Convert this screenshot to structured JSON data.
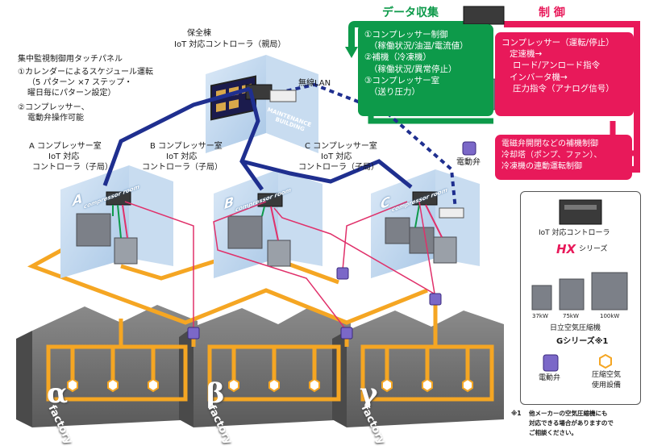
{
  "header": {
    "data_collection": "データ収集",
    "control": "制 御"
  },
  "data_box": {
    "lines": [
      "①コンプレッサー制御",
      "（稼働状況/油温/電流値）",
      "②補機（冷凍機）",
      "（稼働状況/異常停止）",
      "③コンプレッサー室",
      "（送り圧力）"
    ]
  },
  "control_box": {
    "lines": [
      "コンプレッサー（運転/停止）",
      "定速機→",
      "ロード/アンロード指令",
      "インバータ機→",
      "圧力指令（アナログ信号）"
    ]
  },
  "aux_box": {
    "lines": [
      "電磁弁開閉などの補機制御",
      "冷却塔（ポンプ、ファン）、",
      "冷凍機の連動運転制御"
    ]
  },
  "solenoid_label": "電動弁",
  "maintenance": {
    "title": "保全棟",
    "subtitle": "IoT 対応コントローラ（親局）",
    "building_label_1": "MAINTENANCE",
    "building_label_2": "BUILDING"
  },
  "touch_panel": {
    "title": "集中監視制御用タッチパネル",
    "items": [
      "①カレンダーによるスケジュール運転",
      "（5 パターン ×7 ステップ・",
      "曜日毎にパターン設定）",
      "②コンプレッサー、",
      "電動弁操作可能"
    ]
  },
  "wireless_lan": "無線LAN",
  "rooms": [
    {
      "title": "A コンプレッサー室",
      "line2": "IoT 対応",
      "line3": "コントローラ（子局）",
      "letter": "A",
      "room_label": "compressor room"
    },
    {
      "title": "B コンプレッサー室",
      "line2": "IoT 対応",
      "line3": "コントローラ（子局）",
      "letter": "B",
      "room_label": "compressor room"
    },
    {
      "title": "C コンプレッサー室",
      "line2": "IoT 対応",
      "line3": "コントローラ（子局）",
      "letter": "C",
      "room_label": "compressor room"
    }
  ],
  "factories": [
    {
      "greek": "α",
      "word": "factory"
    },
    {
      "greek": "β",
      "word": "factory"
    },
    {
      "greek": "γ",
      "word": "factory"
    }
  ],
  "legend": {
    "controller_label": "IoT 対応コントローラ",
    "series_logo": "HX",
    "series_suffix": "シリーズ",
    "kw": [
      "37kW",
      "75kW",
      "100kW"
    ],
    "compressor_label_1": "日立空気圧縮機",
    "compressor_label_2": "Gシリーズ※1",
    "valve_label": "電動弁",
    "equipment_label_1": "圧縮空気",
    "equipment_label_2": "使用設備"
  },
  "footnote": {
    "mark": "※1",
    "lines": [
      "他メーカーの空気圧縮機にも",
      "対応できる場合がありますので",
      "ご相談ください。"
    ]
  },
  "colors": {
    "green": "#0d9a4a",
    "red": "#e8195a",
    "navy": "#1f2f8f",
    "orange": "#f5a623",
    "pink_line": "#e0306a",
    "room_blue": "#bcd6ee"
  }
}
